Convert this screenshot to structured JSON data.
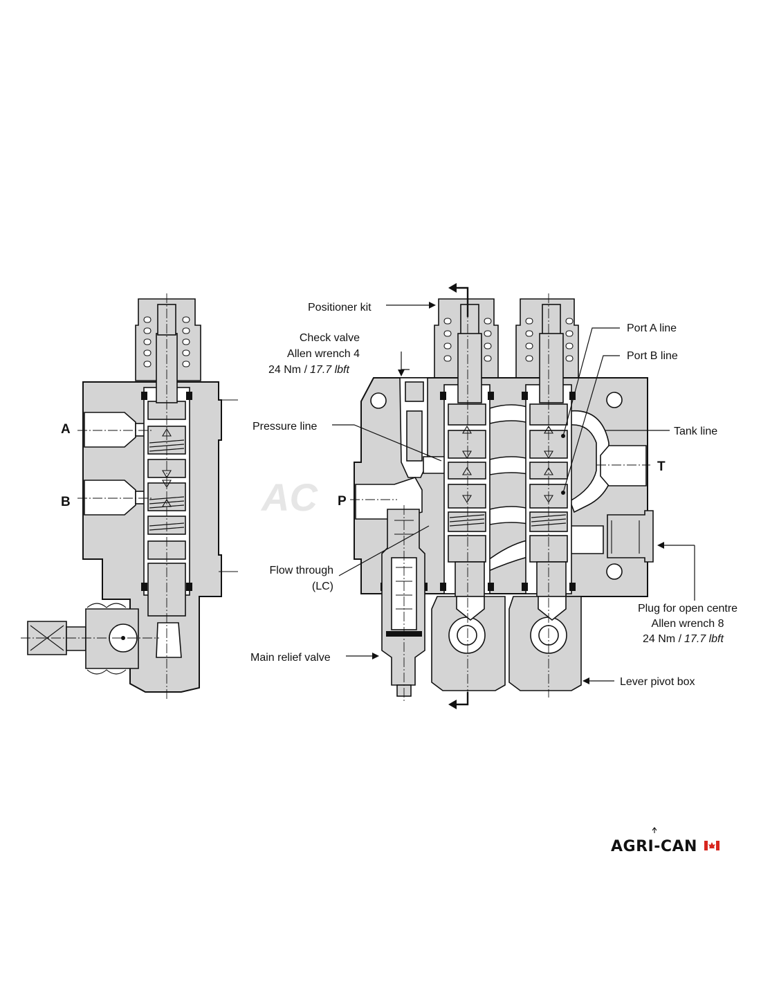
{
  "labels": {
    "positioner_kit": "Positioner kit",
    "check_valve": "Check valve",
    "check_valve_tool": "Allen wrench 4",
    "check_valve_torque_nm": "24 Nm /",
    "check_valve_torque_lbft": "17.7 lbft",
    "pressure_line": "Pressure line",
    "port_a_line": "Port A line",
    "port_b_line": "Port B line",
    "tank_line": "Tank line",
    "flow_through": "Flow through",
    "flow_through_note": "(LC)",
    "main_relief_valve": "Main relief valve",
    "plug_open_centre": "Plug for open centre",
    "plug_tool": "Allen wrench 8",
    "plug_torque_nm": "24 Nm /",
    "plug_torque_lbft": "17.7 lbft",
    "lever_pivot_box": "Lever pivot box"
  },
  "ports": {
    "a": "A",
    "b": "B",
    "p": "P",
    "t": "T"
  },
  "watermark": "AC",
  "logo": {
    "text": "AGRI-CAN",
    "flag_color": "#d7261e"
  },
  "colors": {
    "body_fill": "#d4d4d4",
    "outline": "#111111"
  }
}
